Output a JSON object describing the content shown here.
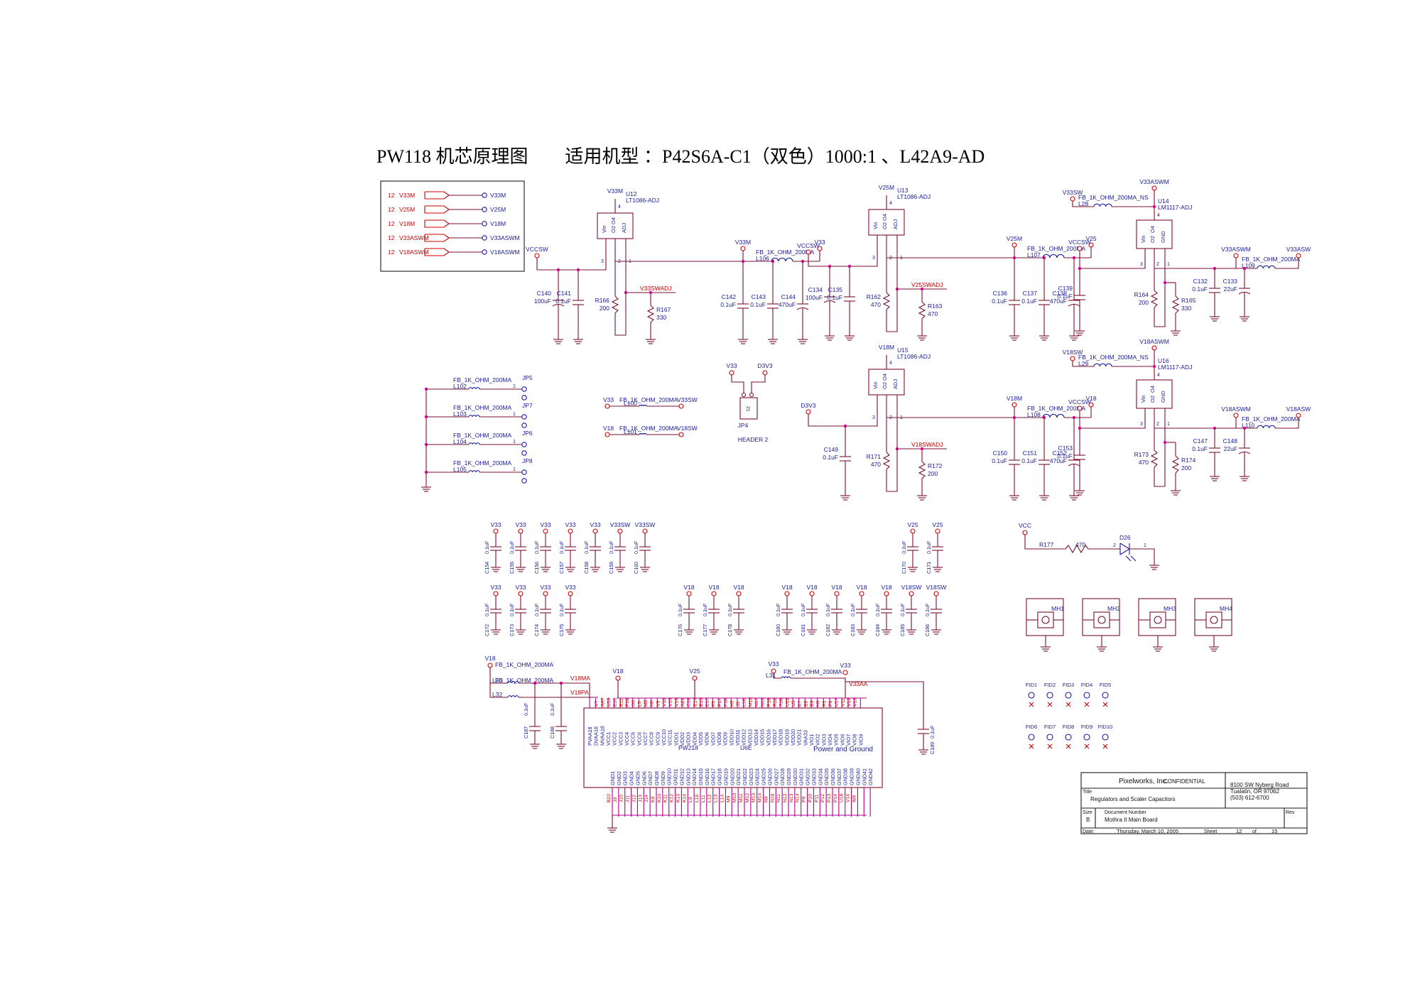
{
  "title": "PW118 机芯原理图        适用机型 ：P42S6A-C1（双色）1000:1 、L42A9-AD",
  "colors": {
    "wire": "#7a0f2e",
    "label": "#1a1a9c",
    "net": "#cc0000",
    "pin": "#b0008c",
    "junction": "#e000a0",
    "frame": "#1a1a1a"
  },
  "port_box": {
    "ports": [
      {
        "num": "12",
        "name": "V33M",
        "out": "V33M"
      },
      {
        "num": "12",
        "name": "V25M",
        "out": "V25M"
      },
      {
        "num": "12",
        "name": "V18M",
        "out": "V18M"
      },
      {
        "num": "12",
        "name": "V33ASWM",
        "out": "V33ASWM"
      },
      {
        "num": "12",
        "name": "V18ASWM",
        "out": "V18ASWM"
      }
    ]
  },
  "reg_blocks": [
    {
      "ref": "U12",
      "part": "LT1086-ADJ",
      "top_net": "V33M",
      "in_net": "VCCSW",
      "out_net": "V33M",
      "out2": "V33",
      "adj_net": "V33SWADJ",
      "ferrite": "FB_1K_OHM_200MA",
      "ferrite_ref": "L106",
      "caps": [
        {
          "ref": "C140",
          "val": "100uF"
        },
        {
          "ref": "C141",
          "val": "0.1uF"
        },
        {
          "ref": "C142",
          "val": "0.1uF"
        },
        {
          "ref": "C143",
          "val": "0.1uF"
        },
        {
          "ref": "C144",
          "val": "470uF"
        }
      ],
      "res": [
        {
          "ref": "R166",
          "val": "200"
        },
        {
          "ref": "R167",
          "val": "330"
        }
      ]
    },
    {
      "ref": "U13",
      "part": "LT1086-ADJ",
      "top_net": "V25M",
      "in_net": "VCCSW",
      "out_net": "V25M",
      "out2": "V25",
      "adj_net": "V25SWADJ",
      "ferrite": "FB_1K_OHM_200MA",
      "ferrite_ref": "L107",
      "caps": [
        {
          "ref": "C134",
          "val": "100uF"
        },
        {
          "ref": "C135",
          "val": "0.1uF"
        },
        {
          "ref": "C136",
          "val": "0.1uF"
        },
        {
          "ref": "C137",
          "val": "0.1uF"
        },
        {
          "ref": "C138",
          "val": "470uF"
        }
      ],
      "res": [
        {
          "ref": "R162",
          "val": "470"
        },
        {
          "ref": "R163",
          "val": "470"
        }
      ]
    },
    {
      "ref": "U15",
      "part": "LT1086-ADJ",
      "top_net": "V18M",
      "in_net": "D3V3",
      "out_net": "V18M",
      "out2": "V18",
      "adj_net": "V18SWADJ",
      "ferrite": "FB_1K_OHM_200MA",
      "ferrite_ref": "L108",
      "caps": [
        {
          "ref": "C149",
          "val": "0.1uF"
        },
        {
          "ref": "C150",
          "val": "0.1uF"
        },
        {
          "ref": "C151",
          "val": "0.1uF"
        },
        {
          "ref": "C152",
          "val": "470uF"
        }
      ],
      "res": [
        {
          "ref": "R171",
          "val": "470"
        },
        {
          "ref": "R172",
          "val": "200"
        }
      ]
    }
  ],
  "lm_blocks": [
    {
      "ref": "U14",
      "part": "LM1117-ADJ",
      "sw_net": "V33SW",
      "top_net": "V33ASWM",
      "in_net": "VCCSW",
      "out_net": "V33ASWM",
      "out2": "V33ASW",
      "in_ferrite": "FB_1K_OHM_200MA_NS",
      "in_ferrite_ref": "L28",
      "ferrite": "FB_1K_OHM_200MA",
      "ferrite_ref": "L109",
      "caps": [
        {
          "ref": "C139",
          "val": "0.1uF"
        },
        {
          "ref": "C132",
          "val": "0.1uF"
        },
        {
          "ref": "C133",
          "val": "22uF"
        }
      ],
      "res": [
        {
          "ref": "R164",
          "val": "200"
        },
        {
          "ref": "R165",
          "val": "330"
        }
      ]
    },
    {
      "ref": "U16",
      "part": "LM1117-ADJ",
      "sw_net": "V18SW",
      "top_net": "V18ASWM",
      "in_net": "VCCSW",
      "out_net": "V18ASWM",
      "out2": "V18ASW",
      "in_ferrite": "FB_1K_OHM_200MA_NS",
      "in_ferrite_ref": "L29",
      "ferrite": "FB_1K_OHM_200MA",
      "ferrite_ref": "L110",
      "caps": [
        {
          "ref": "C153",
          "val": "0.1uF"
        },
        {
          "ref": "C147",
          "val": "0.1uF"
        },
        {
          "ref": "C148",
          "val": "22uF"
        }
      ],
      "res": [
        {
          "ref": "R173",
          "val": "470"
        },
        {
          "ref": "R174",
          "val": "200"
        }
      ]
    }
  ],
  "pin_labels": {
    "vin": "Vin",
    "o2": "O2",
    "o4": "O4",
    "adj": "ADJ",
    "gnd": "GND",
    "p1": "1",
    "p2": "2",
    "p3": "3",
    "p4": "4"
  },
  "jumpers": [
    {
      "label": "FB_1K_OHM_200MA",
      "ref": "L102",
      "jp": "JP5",
      "pin": "1"
    },
    {
      "label": "FB_1K_OHM_200MA",
      "ref": "L103",
      "jp": "JP7",
      "pin": "1"
    },
    {
      "label": "FB_1K_OHM_200MA",
      "ref": "L104",
      "jp": "JP6",
      "pin": "1"
    },
    {
      "label": "FB_1K_OHM_200MA",
      "ref": "L105",
      "jp": "JP8",
      "pin": "1"
    }
  ],
  "ferrite_links": [
    {
      "from": "V33",
      "label": "FB_1K_OHM_200MA",
      "ref": "L100",
      "to": "V33SW"
    },
    {
      "from": "V18",
      "label": "FB_1K_OHM_200MA",
      "ref": "L101",
      "to": "V18SW"
    }
  ],
  "header": {
    "net1": "V33",
    "net2": "D3V3",
    "ref": "JP4",
    "name": "HEADER 2",
    "pin1": "1",
    "pin2": "2"
  },
  "cap_row1": [
    {
      "net": "V33",
      "ref": "C154",
      "val": "0.1uF"
    },
    {
      "net": "V33",
      "ref": "C155",
      "val": "0.1uF"
    },
    {
      "net": "V33",
      "ref": "C156",
      "val": "0.1uF"
    },
    {
      "net": "V33",
      "ref": "C157",
      "val": "0.1uF"
    },
    {
      "net": "V33",
      "ref": "C158",
      "val": "0.1uF"
    },
    {
      "net": "V33SW",
      "ref": "C159",
      "val": "0.1uF"
    },
    {
      "net": "V33SW",
      "ref": "C160",
      "val": "0.1uF"
    }
  ],
  "cap_row1b": [
    {
      "net": "V25",
      "ref": "C170",
      "val": "0.1uF"
    },
    {
      "net": "V25",
      "ref": "C171",
      "val": "0.1uF"
    }
  ],
  "cap_row2a": [
    {
      "net": "V33",
      "ref": "C172",
      "val": "0.1uF"
    },
    {
      "net": "V33",
      "ref": "C173",
      "val": "0.1uF"
    },
    {
      "net": "V33",
      "ref": "C174",
      "val": "0.1uF"
    },
    {
      "net": "V33",
      "ref": "C175",
      "val": "0.1uF"
    }
  ],
  "cap_row2b": [
    {
      "net": "V18",
      "ref": "C176",
      "val": "0.1uF"
    },
    {
      "net": "V18",
      "ref": "C177",
      "val": "0.1uF"
    },
    {
      "net": "V18",
      "ref": "C178",
      "val": "0.1uF"
    }
  ],
  "cap_row2c": [
    {
      "net": "V18",
      "ref": "C180",
      "val": "0.1uF"
    },
    {
      "net": "V18",
      "ref": "C181",
      "val": "0.1uF"
    },
    {
      "net": "V18",
      "ref": "C182",
      "val": "0.1uF"
    },
    {
      "net": "V18",
      "ref": "C183",
      "val": "0.1uF"
    },
    {
      "net": "V18",
      "ref": "C184",
      "val": "0.1uF"
    },
    {
      "net": "V18SW",
      "ref": "C185",
      "val": "0.1uF"
    },
    {
      "net": "V18SW",
      "ref": "C186",
      "val": "0.1uF"
    }
  ],
  "led": {
    "net": "VCC",
    "res_ref": "R177",
    "res_val": "470",
    "ref": "D26",
    "pin2": "2",
    "pin1": "1"
  },
  "mounting_holes": [
    "MH1",
    "MH2",
    "MH3",
    "MH4"
  ],
  "fiducials_row1": [
    "FID1",
    "FID2",
    "FID3",
    "FID4",
    "FID5"
  ],
  "fiducials_row2": [
    "FID6",
    "FID7",
    "FID8",
    "FID9",
    "FID10"
  ],
  "power_chip": {
    "ref": "U6E",
    "part": "PW218",
    "desc": "Power and Ground",
    "nets": {
      "v18": "V18",
      "v25": "V25",
      "v33": "V33",
      "v33b": "V33",
      "v18ma": "V18MA",
      "v18pa": "V18PA",
      "v33aa": "V33AA"
    },
    "ferrites": [
      {
        "label": "FB_1K_OHM_200MA",
        "ref": "L30"
      },
      {
        "label": "FB_1K_OHM_200MA",
        "ref": "L32"
      },
      {
        "label": "FB_1K_OHM_200MA",
        "ref": "L31"
      }
    ],
    "caps": [
      {
        "ref": "C187",
        "val": "0.1uF"
      },
      {
        "ref": "C188",
        "val": "0.1uF"
      },
      {
        "ref": "C189",
        "val": "0.1uF"
      }
    ],
    "top_balls": [
      "V7",
      "AA7",
      "U19",
      "E10",
      "E11",
      "F16",
      "G5",
      "L5",
      "M5",
      "N5",
      "V9",
      "V10",
      "V15",
      "V16",
      "A21",
      "C18",
      "E14",
      "E15",
      "E17",
      "F5",
      "F17",
      "F18",
      "H5",
      "J5",
      "L18",
      "M18",
      "N17",
      "N18",
      "P18",
      "R18",
      "T18",
      "U22",
      "U5",
      "E7",
      "E8",
      "E9",
      "H6",
      "P5",
      "P6",
      "U17",
      "V11",
      "V12",
      "V13"
    ],
    "top_pins": [
      "PVAA18",
      "DVAA18",
      "MVAA18",
      "VCC1",
      "VCC2",
      "VCC3",
      "VCC4",
      "VCC5",
      "VCC6",
      "VCC7",
      "VCC8",
      "VCC9",
      "VCC10",
      "VCC11",
      "VDD1",
      "VDD2",
      "VDD3",
      "VDD4",
      "VDD5",
      "VDD6",
      "VDD7",
      "VDD8",
      "VDD9",
      "VDD10",
      "VDD11",
      "VDD12",
      "VDD13",
      "VDD14",
      "VDD15",
      "VDD16",
      "VDD17",
      "VDD18",
      "VDD19",
      "VDD20",
      "VDD21",
      "VAA33",
      "VIO1",
      "VIO2",
      "VIO3",
      "VIO4",
      "VIO5",
      "VIO6",
      "VIO7",
      "VIO8",
      "VIO9"
    ],
    "bottom_pins": [
      "GND1",
      "GND2",
      "GND3",
      "GND4",
      "GND5",
      "GND6",
      "GND7",
      "GND8",
      "GND9",
      "GND10",
      "GND11",
      "GND12",
      "GND13",
      "GND14",
      "GND15",
      "GND16",
      "GND17",
      "GND18",
      "GND19",
      "GND20",
      "GND21",
      "GND22",
      "GND23",
      "GND24",
      "GND25",
      "GND26",
      "GND27",
      "GND28",
      "GND29",
      "GND30",
      "GND31",
      "GND32",
      "GND33",
      "GND34",
      "GND35",
      "GND36",
      "GND37",
      "GND38",
      "GND39",
      "GND40",
      "GND41",
      "GND42"
    ],
    "bottom_balls": [
      "B22",
      "J9",
      "J10",
      "J11",
      "J12",
      "J13",
      "J14",
      "K9",
      "K10",
      "K11",
      "K12",
      "K13",
      "K14",
      "L9",
      "L10",
      "L11",
      "L12",
      "L13",
      "L14",
      "M9",
      "M10",
      "M11",
      "M12",
      "M13",
      "M14",
      "N9",
      "N10",
      "N11",
      "N12",
      "N13",
      "N14",
      "P9",
      "P10",
      "P11",
      "P12",
      "P13",
      "P14",
      "U18",
      "V14",
      "W8"
    ]
  },
  "title_block": {
    "company": "Pixelworks, Inc.",
    "confidential": "CONFIDENTIAL",
    "address1": "8100 SW Nyberg Road",
    "address2": "Tualatin, OR 97062",
    "phone": "(503) 612-6700",
    "title_label": "Title",
    "title": "Regulators and Scaler Capacitors",
    "size_label": "Size",
    "size": "B",
    "docnum_label": "Document Number",
    "docnum": "Mothra II Main Board",
    "rev_label": "Rev",
    "date_label": "Date:",
    "date": "Thursday, March 10, 2005",
    "sheet_label": "Sheet",
    "sheet": "12",
    "of_label": "of",
    "total": "15"
  }
}
